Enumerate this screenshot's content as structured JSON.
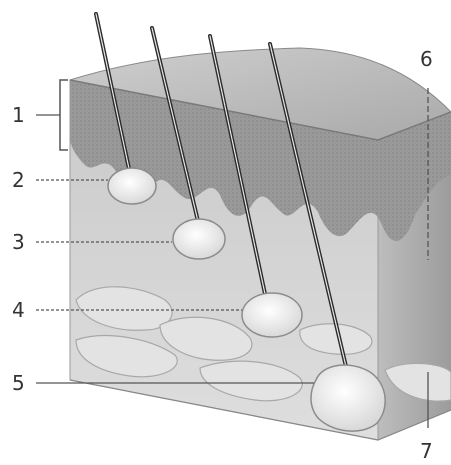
{
  "diagram": {
    "labels": [
      "1",
      "2",
      "3",
      "4",
      "5",
      "6",
      "7"
    ],
    "colors": {
      "epidermis": "#8f8f8f",
      "epidermis_top": "#bdbdbd",
      "dermis": "#cfcfcf",
      "subcutis": "#b9b9b9",
      "fat": "#e6e6e6",
      "needle": "#2b2b2b",
      "deposit": "#f4f4f4",
      "line": "#555555"
    },
    "injections": [
      {
        "label": "2"
      },
      {
        "label": "3"
      },
      {
        "label": "4"
      },
      {
        "label": "5"
      }
    ]
  }
}
